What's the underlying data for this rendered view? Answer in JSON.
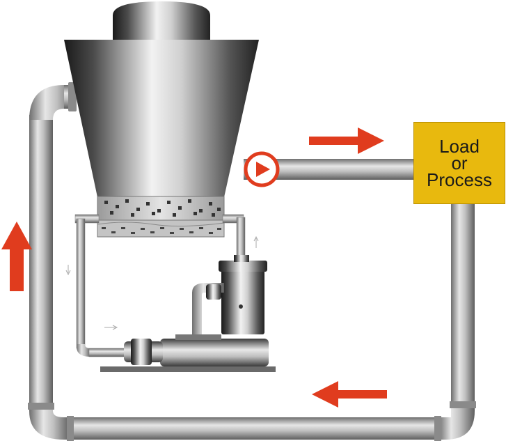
{
  "load_box": {
    "line1": "Load",
    "line2": "or",
    "line3": "Process"
  },
  "colors": {
    "flow_arrow": "#e03c1e",
    "load_box": "#e8b90e",
    "pipe": "#b8b8b8",
    "base_plate": "#6a6a6a"
  },
  "icons": [
    "pump-direction-icon",
    "flow-arrow-icon",
    "cooling-tower",
    "circulation-pump",
    "load-box"
  ]
}
